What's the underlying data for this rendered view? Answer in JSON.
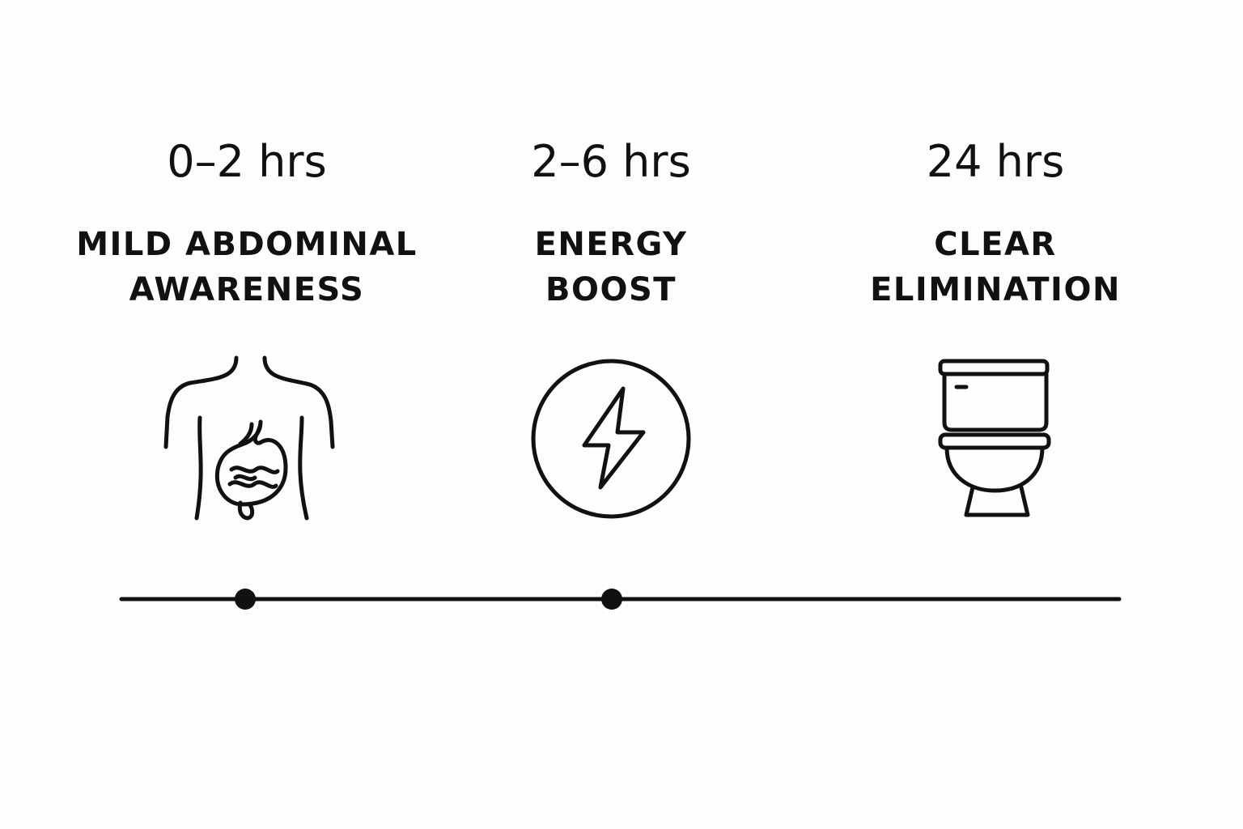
{
  "stages": [
    {
      "time": "0–2 hrs",
      "label_line1": "MILD ABDOMINAL",
      "label_line2": "AWARENESS",
      "icon": "abdomen-stomach-icon"
    },
    {
      "time": "2–6 hrs",
      "label_line1": "ENERGY",
      "label_line2": "BOOST",
      "icon": "lightning-bolt-icon"
    },
    {
      "time": "24 hrs",
      "label_line1": "CLEAR",
      "label_line2": "ELIMINATION",
      "icon": "toilet-icon"
    }
  ],
  "colors": {
    "ink": "#111111",
    "background": "#fdfdfb"
  }
}
